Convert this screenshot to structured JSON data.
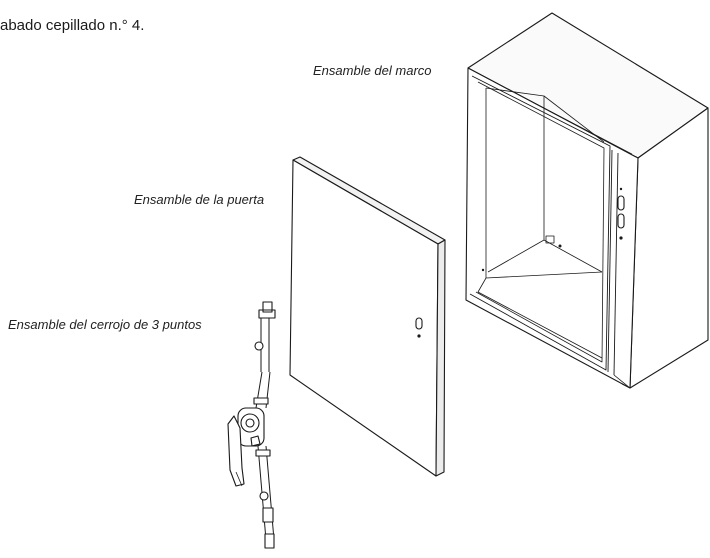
{
  "intro_text": "abado cepillado n.° 4.",
  "labels": {
    "frame": "Ensamble del marco",
    "door": "Ensamble de la puerta",
    "latch": "Ensamble del cerrojo de 3 puntos"
  },
  "colors": {
    "line": "#1a1a1a",
    "fill": "#ffffff",
    "shade": "#e6e6e6"
  }
}
